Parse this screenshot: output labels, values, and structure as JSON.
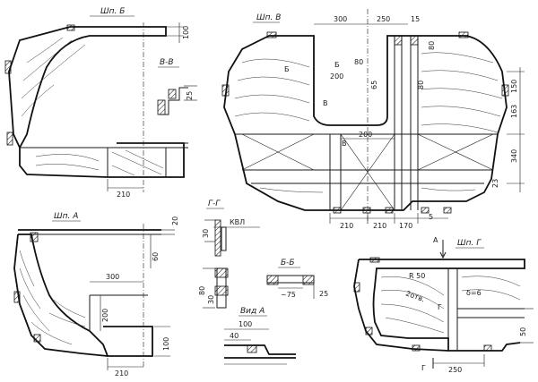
{
  "views": {
    "shp_b": "Шп. Б",
    "shp_v": "Шп. В",
    "shp_a": "Шп. А",
    "shp_g": "Шп. Г",
    "sec_vv": "В-В",
    "sec_gg": "Г-Г",
    "sec_bb": "Б-Б",
    "vid_a": "Вид А",
    "kvl": "КВЛ"
  },
  "marks": {
    "b": "Б",
    "v": "В",
    "a": "А",
    "g": "Г"
  },
  "notes": {
    "radius": "R 50",
    "dia": "2отв.",
    "delta": "δ=6",
    "approx75": "~75"
  },
  "dims": {
    "d100": "100",
    "d25": "25",
    "d210": "210",
    "d300": "300",
    "d250": "250",
    "d15": "15",
    "d80": "80",
    "d65": "65",
    "d200": "200",
    "d150": "150",
    "d163": "163",
    "d340": "340",
    "d23": "23",
    "d170": "170",
    "d5": "5",
    "d20": "20",
    "d60": "60",
    "d30": "30",
    "d40": "40",
    "d50": "50"
  }
}
